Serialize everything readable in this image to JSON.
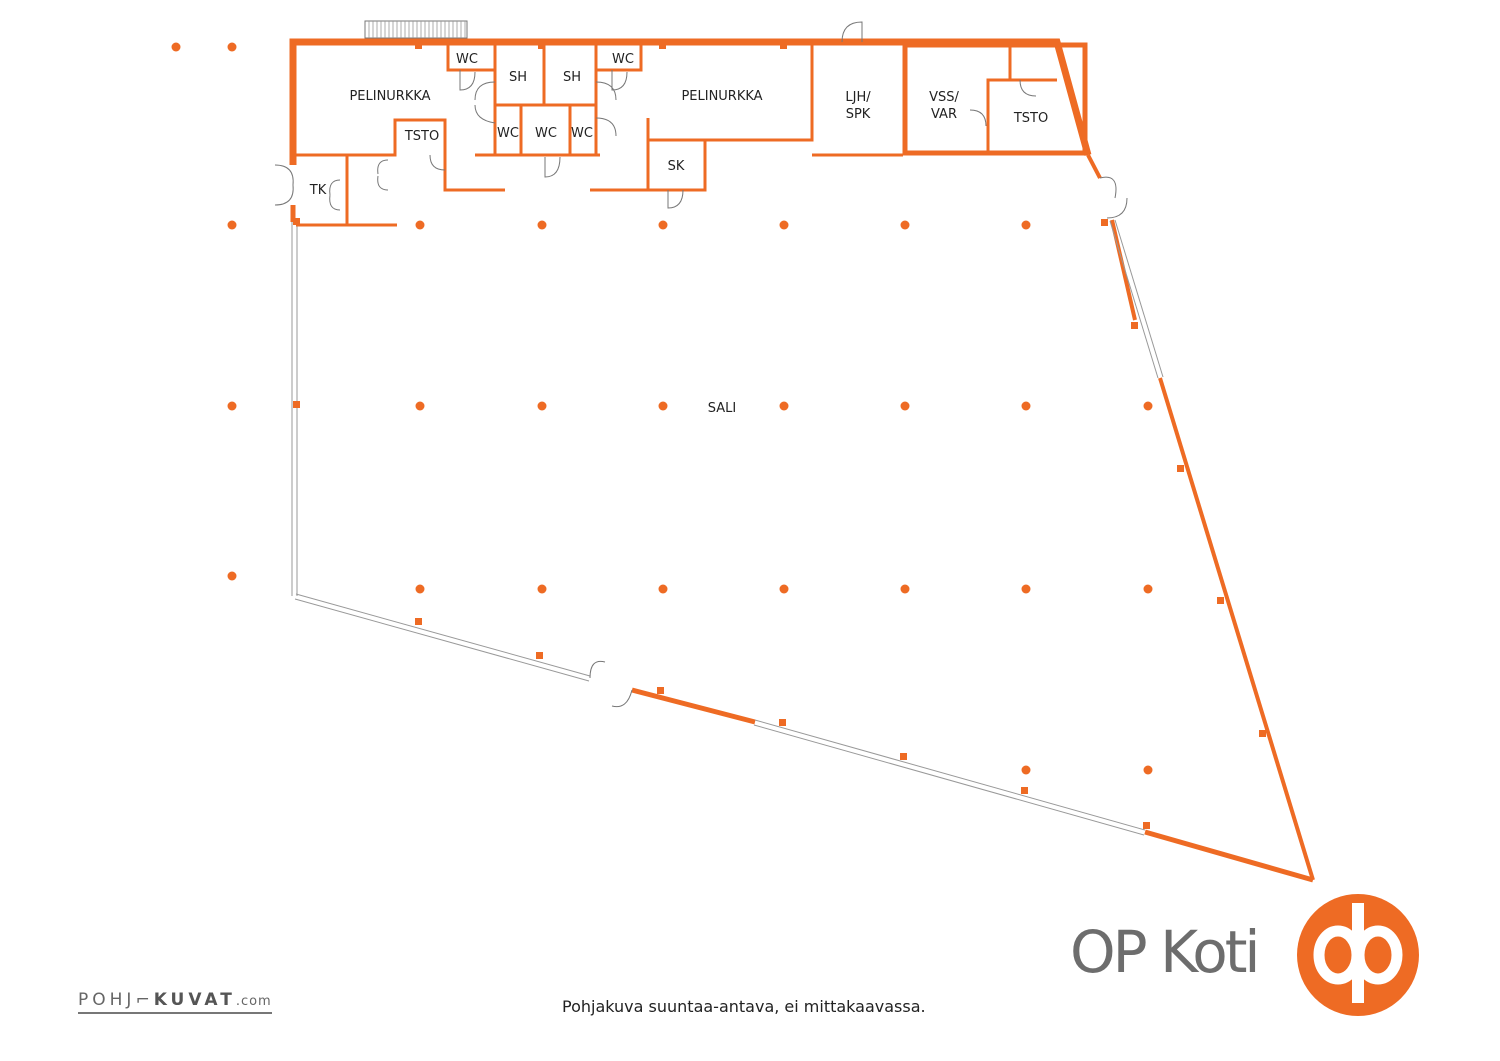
{
  "rooms": {
    "pelinurkka_left": "PELINURKKA",
    "pelinurkka_right": "PELINURKKA",
    "tsto_left": "TSTO",
    "tk": "TK",
    "wc_1": "WC",
    "wc_2": "WC",
    "wc_3": "WC",
    "wc_4": "WC",
    "wc_5": "WC",
    "sh_1": "SH",
    "sh_2": "SH",
    "sk": "SK",
    "ljh_1": "LJH/",
    "ljh_2": "SPK",
    "vss_1": "VSS/",
    "vss_2": "VAR",
    "tsto_right": "TSTO",
    "sali": "SALI"
  },
  "footer": {
    "disclaimer": "Pohjakuva suuntaa-antava, ei mittakaavassa.",
    "brand": "OP Koti",
    "credit_left": "POHJ",
    "credit_right": "KUVAT",
    "credit_suffix": ".com"
  },
  "colors": {
    "wall": "#EE6B24",
    "text": "#222222"
  }
}
